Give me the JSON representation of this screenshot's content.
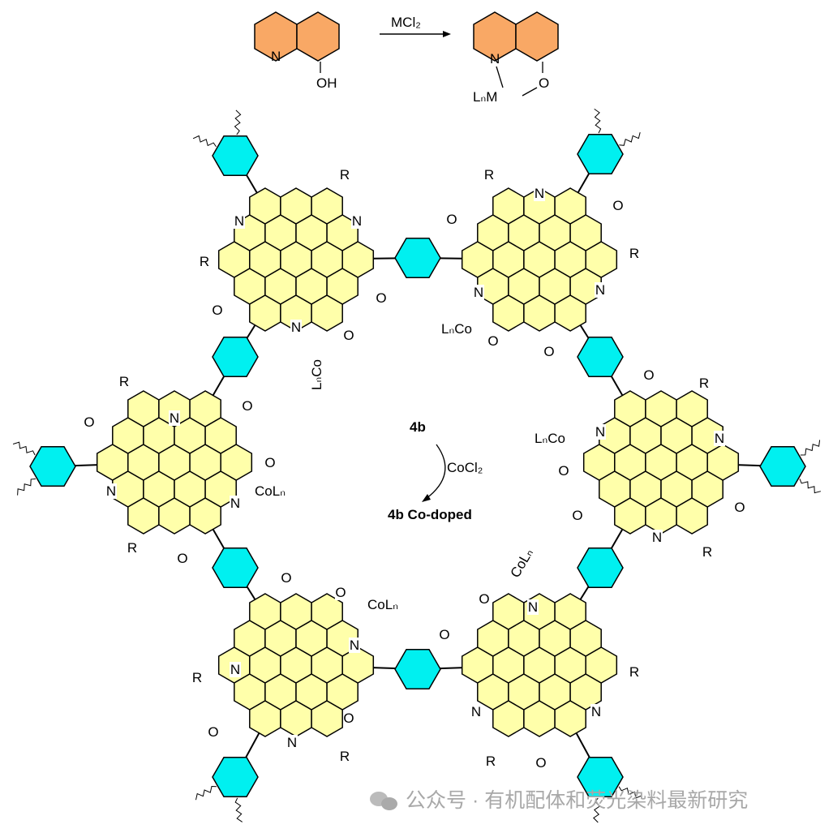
{
  "reaction": {
    "reagent": "MCl₂",
    "reactant_heteroatom": "N",
    "reactant_hydroxyl": "OH",
    "product_nitrogen": "N",
    "product_oxygen": "O",
    "product_metal": "LₙM",
    "ring_color": "#F9A865"
  },
  "framework": {
    "substituent": "R",
    "nitrogen": "N",
    "oxygen": "O",
    "cobalt_left": "LₙCo",
    "cobalt_right": "CoLₙ",
    "core_color": "#FFFFAA",
    "linker_color": "#00F0F0"
  },
  "center": {
    "compound": "4b",
    "reagent": "CoCl₂",
    "product": "4b Co-doped"
  },
  "watermark": {
    "text": "公众号 · 有机配体和荧光染料最新研究",
    "icon": "wechat-icon"
  }
}
